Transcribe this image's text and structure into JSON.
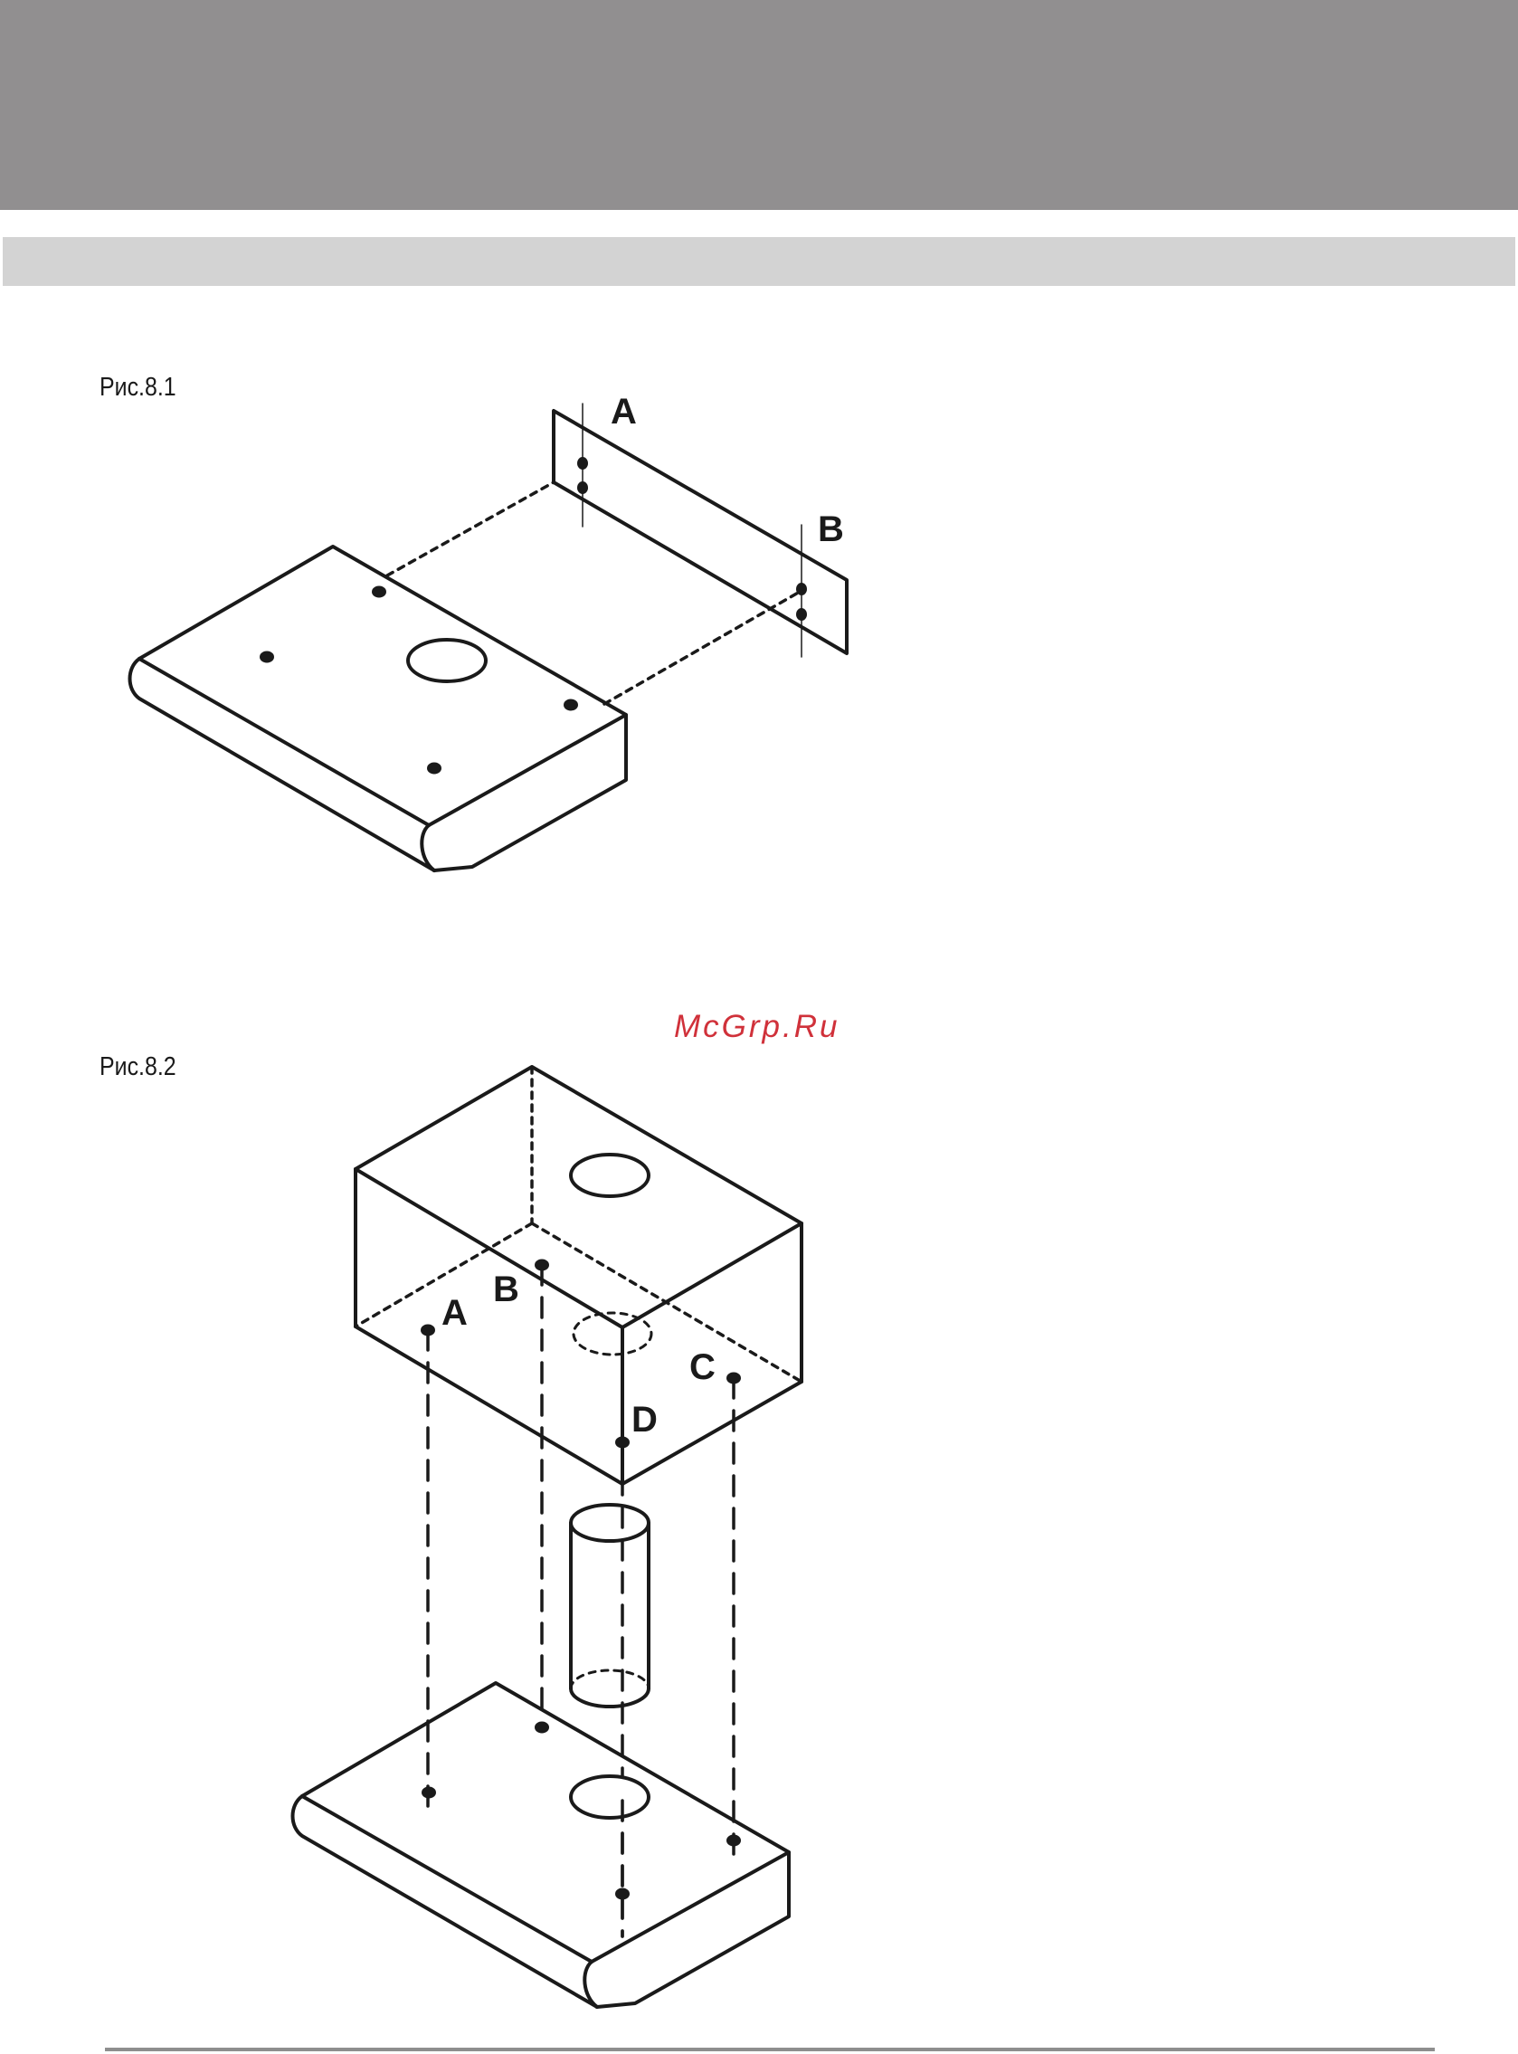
{
  "figures": [
    {
      "caption": "Рис.8.1",
      "labels": {
        "a": "A",
        "b": "B"
      }
    },
    {
      "caption": "Рис.8.2",
      "labels": {
        "a": "A",
        "b": "B",
        "c": "C",
        "d": "D"
      }
    }
  ],
  "watermark": "McGrp.Ru",
  "colors": {
    "header_band": "#918f90",
    "sub_band": "#d3d3d3",
    "watermark": "#d0313a",
    "ink": "#1a1a1a"
  }
}
